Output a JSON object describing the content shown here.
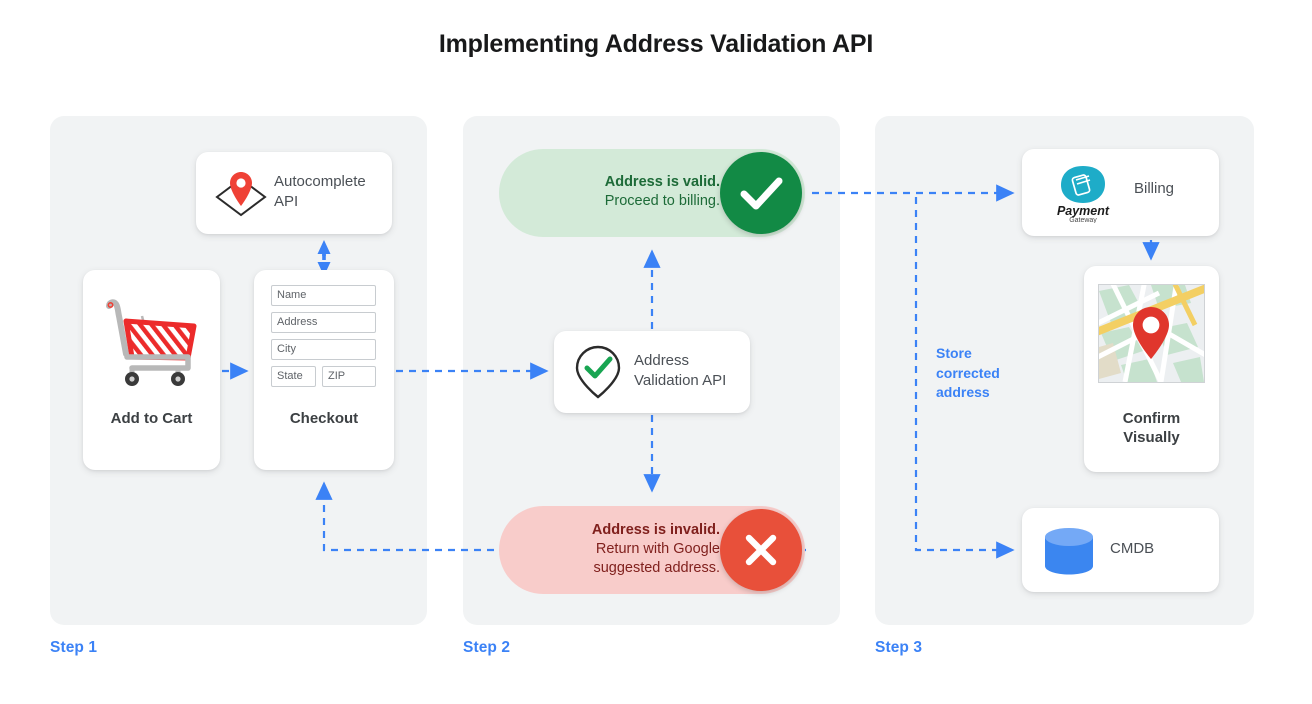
{
  "page": {
    "title": "Implementing Address Validation API",
    "background": "#ffffff",
    "accent_blue": "#3b82f6",
    "panel_background": "#f1f3f4"
  },
  "steps": [
    {
      "label": "Step 1"
    },
    {
      "label": "Step 2"
    },
    {
      "label": "Step 3"
    }
  ],
  "step1": {
    "autocomplete": {
      "icon": "map-pin-diamond-icon",
      "label": "Autocomplete API"
    },
    "cart": {
      "icon": "shopping-cart-icon",
      "title": "Add to Cart"
    },
    "checkout": {
      "title": "Checkout",
      "fields": [
        {
          "name": "name-field",
          "placeholder": "Name"
        },
        {
          "name": "address-field",
          "placeholder": "Address"
        },
        {
          "name": "city-field",
          "placeholder": "City"
        },
        {
          "name": "state-field",
          "placeholder": "State"
        },
        {
          "name": "zip-field",
          "placeholder": "ZIP"
        }
      ]
    }
  },
  "step2": {
    "valid": {
      "headline": "Address is valid.",
      "detail": "Proceed to billing.",
      "icon": "check-icon",
      "pill_color": "#d3ead8",
      "circle_color": "#128a45",
      "text_color": "#1d6b38"
    },
    "invalid": {
      "headline": "Address is invalid.",
      "detail_line1": "Return with Google",
      "detail_line2": "suggested address.",
      "icon": "close-icon",
      "pill_color": "#f8ccca",
      "circle_color": "#e8503a",
      "text_color": "#7f1f1c"
    },
    "validation_api": {
      "icon": "pin-check-icon",
      "label_line1": "Address",
      "label_line2": "Validation API"
    }
  },
  "step3": {
    "billing": {
      "logo_primary": "Payment",
      "logo_secondary": "Gateway",
      "logo_icon": "payment-gateway-icon",
      "label": "Billing"
    },
    "confirm": {
      "icon": "map-thumbnail-icon",
      "title_line1": "Confirm",
      "title_line2": "Visually"
    },
    "cmdb": {
      "icon": "database-icon",
      "label": "CMDB"
    },
    "store_note": {
      "line1": "Store",
      "line2": "corrected",
      "line3": "address"
    }
  }
}
